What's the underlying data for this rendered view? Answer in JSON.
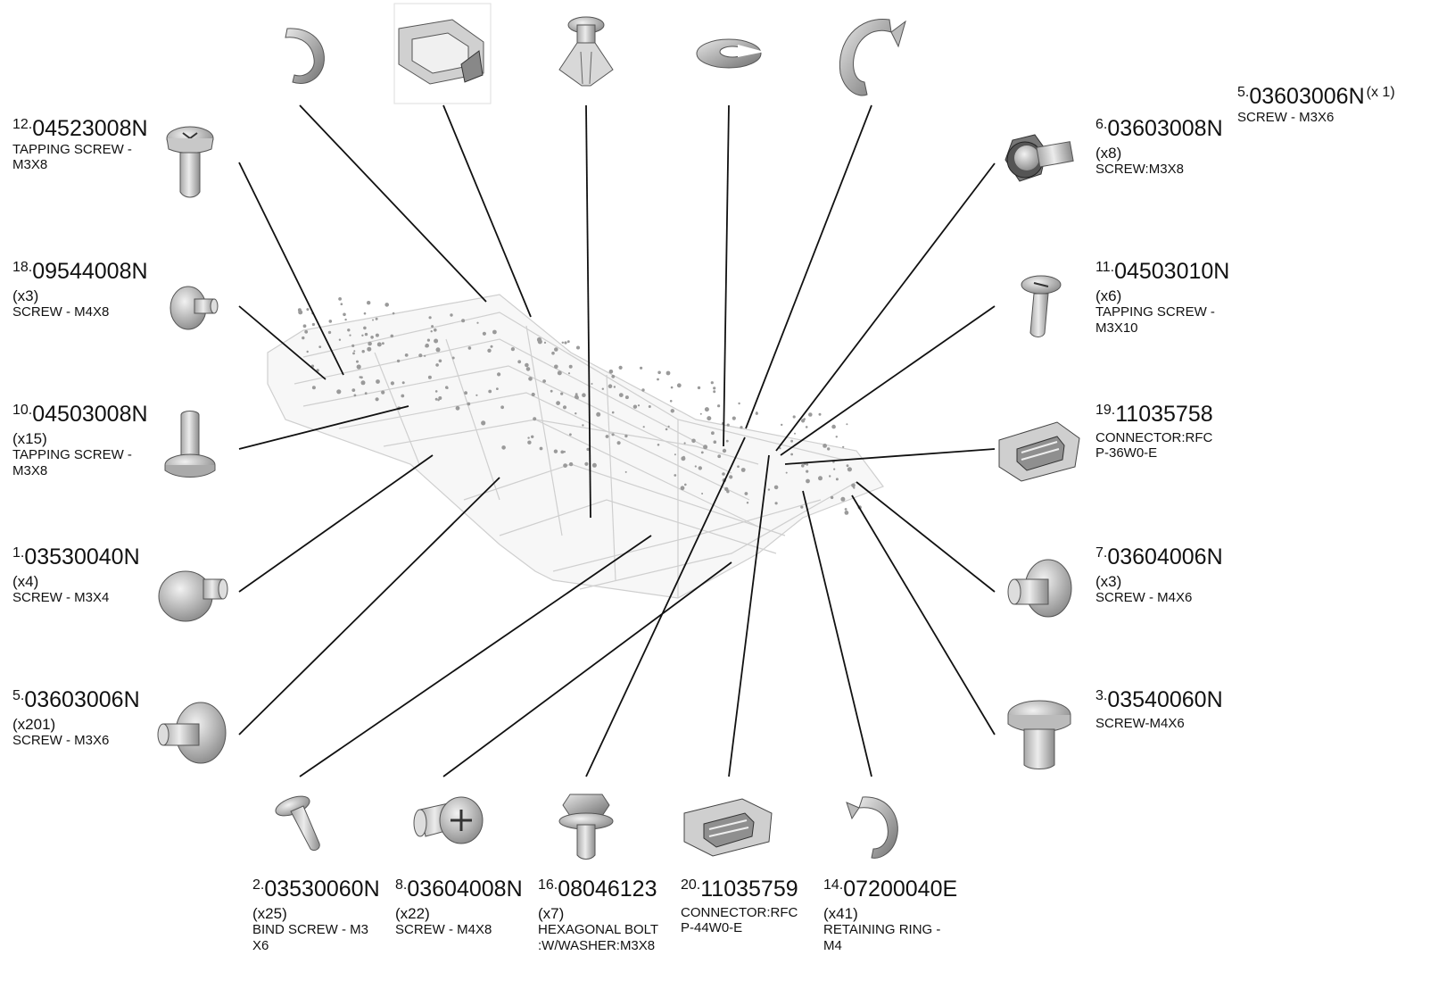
{
  "colors": {
    "leader": "#111111",
    "assembly_stroke": "#cfcfcf",
    "part_fill": "#cfcfcf",
    "part_dark": "#7a7a7a"
  },
  "parts": [
    {
      "key": "p12",
      "index": "12.",
      "number": "04523008N",
      "qty": "",
      "desc": "TAPPING SCREW -\n M3X8",
      "icon": "tapping-screw-icon"
    },
    {
      "key": "p18",
      "index": "18.",
      "number": "09544008N",
      "qty": "(x3)",
      "desc": "SCREW - M4X8",
      "icon": "screw-icon"
    },
    {
      "key": "p10",
      "index": "10.",
      "number": "04503008N",
      "qty": "(x15)",
      "desc": "TAPPING SCREW -\n M3X8",
      "icon": "tapping-screw-icon"
    },
    {
      "key": "p1",
      "index": "1.",
      "number": "03530040N",
      "qty": "(x4)",
      "desc": "SCREW - M3X4",
      "icon": "screw-icon"
    },
    {
      "key": "p5",
      "index": "5.",
      "number": "03603006N",
      "qty": "(x201)",
      "desc": "SCREW - M3X6",
      "icon": "screw-icon"
    },
    {
      "key": "p5b",
      "index": "5.",
      "number": "03603006N",
      "header_qty": "(x 1)",
      "qty": "",
      "desc": "SCREW - M3X6",
      "icon": ""
    },
    {
      "key": "p6",
      "index": "6.",
      "number": "03603008N",
      "qty": "(x8)",
      "desc": "SCREW:M3X8",
      "icon": "screw-icon"
    },
    {
      "key": "p11",
      "index": "11.",
      "number": "04503010N",
      "qty": "(x6)",
      "desc": "TAPPING SCREW -\n M3X10",
      "icon": "tapping-screw-icon"
    },
    {
      "key": "p19",
      "index": "19.",
      "number": "11035758",
      "qty": "",
      "desc": "CONNECTOR:RFC\nP-36W0-E",
      "icon": "connector-icon"
    },
    {
      "key": "p7",
      "index": "7.",
      "number": "03604006N",
      "qty": "(x3)",
      "desc": "SCREW - M4X6",
      "icon": "screw-icon"
    },
    {
      "key": "p3",
      "index": "3.",
      "number": "03540060N",
      "qty": "",
      "desc": "SCREW-M4X6",
      "icon": "screw-icon"
    },
    {
      "key": "p2",
      "index": "2.",
      "number": "03530060N",
      "qty": "(x25)",
      "desc": "BIND SCREW - M3\nX6",
      "icon": "bind-screw-icon"
    },
    {
      "key": "p8",
      "index": "8.",
      "number": "03604008N",
      "qty": "(x22)",
      "desc": "SCREW - M4X8",
      "icon": "screw-icon"
    },
    {
      "key": "p16",
      "index": "16.",
      "number": "08046123",
      "qty": "(x7)",
      "desc": "HEXAGONAL BOLT\n:W/WASHER:M3X8",
      "icon": "hex-bolt-icon"
    },
    {
      "key": "p20",
      "index": "20.",
      "number": "11035759",
      "qty": "",
      "desc": "CONNECTOR:RFC\nP-44W0-E",
      "icon": "connector-icon"
    },
    {
      "key": "p14",
      "index": "14.",
      "number": "07200040E",
      "qty": "(x41)",
      "desc": "RETAINING RING -\nM4",
      "icon": "retaining-ring-icon"
    }
  ],
  "top_parts": [
    {
      "key": "t1",
      "icon": "retaining-ring-icon"
    },
    {
      "key": "t2",
      "icon": "clip-holder-icon"
    },
    {
      "key": "t3",
      "icon": "push-rivet-clip-icon"
    },
    {
      "key": "t4",
      "icon": "e-ring-icon"
    },
    {
      "key": "t5",
      "icon": "retaining-ring-icon"
    }
  ]
}
